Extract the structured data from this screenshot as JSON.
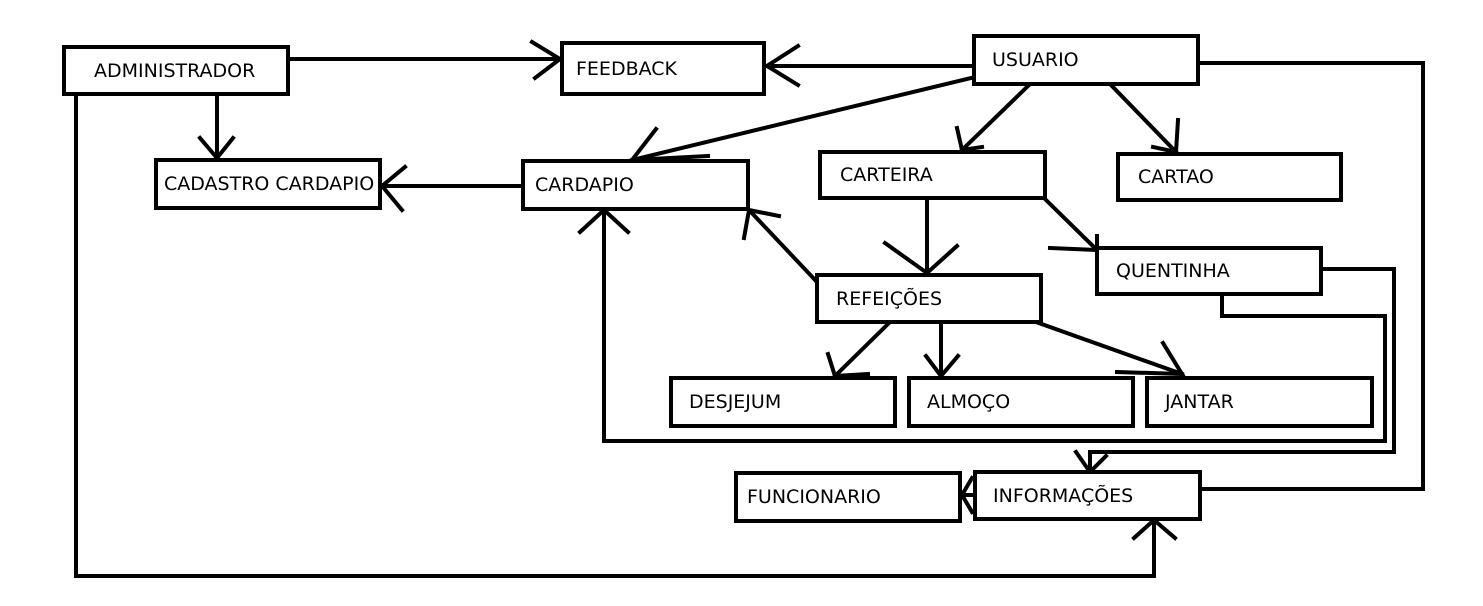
{
  "diagram": {
    "nodes": {
      "administrador": "ADMINISTRADOR",
      "feedback": "FEEDBACK",
      "usuario": "USUARIO",
      "cadastro_cardapio": "CADASTRO CARDAPIO",
      "cardapio": "CARDAPIO",
      "carteira": "CARTEIRA",
      "cartao": "CARTAO",
      "quentinha": "QUENTINHA",
      "refeicoes": "REFEIÇÕES",
      "desjejum": "DESJEJUM",
      "almoco": "ALMOÇO",
      "jantar": "JANTAR",
      "funcionario": "FUNCIONARIO",
      "informacoes": "INFORMAÇÕES"
    },
    "line_color": "#000000",
    "background": "#ffffff"
  }
}
